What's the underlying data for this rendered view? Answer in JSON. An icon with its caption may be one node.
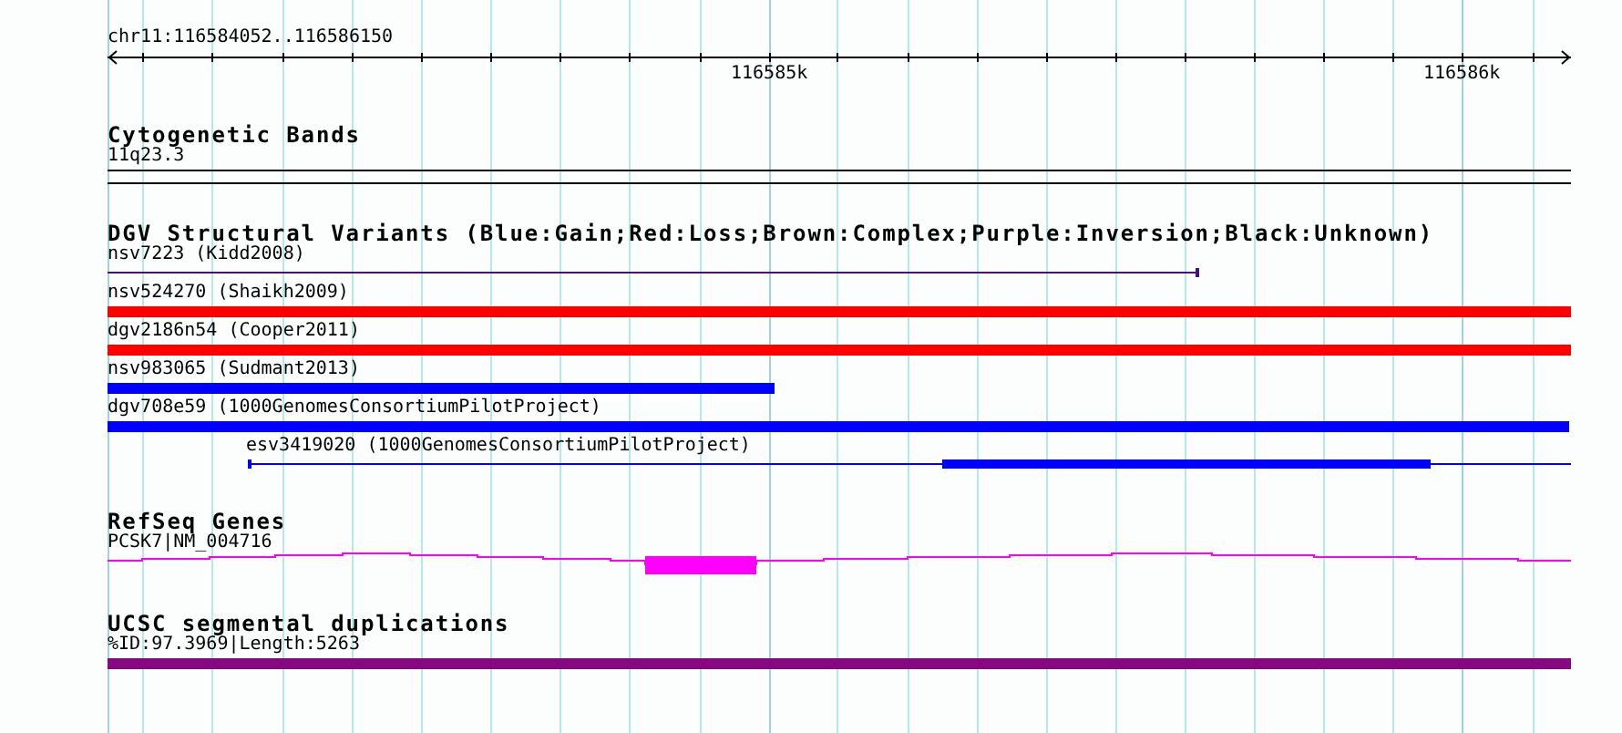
{
  "diagram": {
    "labels": [
      "chr11:116584052..116586150",
      "116585k",
      "116586k",
      "Cytogenetic Bands",
      "11q23.3",
      "DGV Structural Variants (Blue:Gain;Red:Loss;Brown:Complex;Purple:Inversion;Black:Unknown)",
      "nsv7223 (Kidd2008)",
      "nsv524270 (Shaikh2009)",
      "dgv2186n54 (Cooper2011)",
      "nsv983065 (Sudmant2013)",
      "dgv708e59 (1000GenomesConsortiumPilotProject)",
      "esv3419020 (1000GenomesConsortiumPilotProject)",
      "RefSeq Genes",
      "PCSK7|NM_004716",
      "UCSC segmental duplications",
      "%ID:97.3969|Length:5263"
    ]
  }
}
